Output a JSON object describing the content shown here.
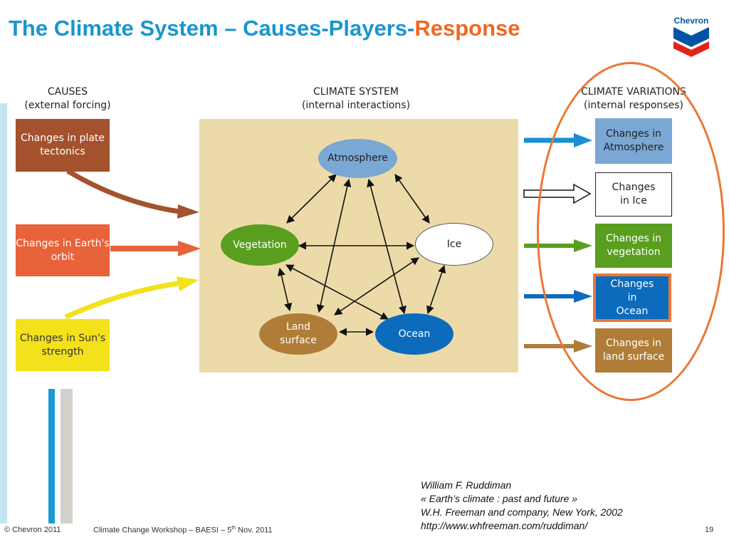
{
  "slide": {
    "title_part1": "The Climate System – Causes-Players-",
    "title_part2": "Response",
    "logo_text": "Chevron"
  },
  "headings": {
    "causes": "CAUSES",
    "causes_sub": "(external forcing)",
    "system": "CLIMATE SYSTEM",
    "system_sub": "(internal interactions)",
    "variations": "CLIMATE VARIATIONS",
    "variations_sub": "(internal responses)"
  },
  "causes": [
    {
      "label": "Changes in plate tectonics",
      "color": "#a4522d"
    },
    {
      "label": "Changes in Earth's orbit",
      "color": "#e8623a"
    },
    {
      "label": "Changes in Sun's strength",
      "color": "#f3e11b"
    }
  ],
  "nodes": {
    "atmosphere": {
      "label": "Atmosphere",
      "color": "#7ba7d5"
    },
    "vegetation": {
      "label": "Vegetation",
      "color": "#5a9e1f"
    },
    "ice": {
      "label": "Ice",
      "color": "#ffffff"
    },
    "land": {
      "label": "Land surface",
      "color": "#b07d38"
    },
    "ocean": {
      "label": "Ocean",
      "color": "#0c6bbd"
    }
  },
  "responses": [
    {
      "label": "Changes in Atmosphere",
      "color": "#7ba7d5"
    },
    {
      "label": "Changes in Ice",
      "color": "#ffffff"
    },
    {
      "label": "Changes in vegetation",
      "color": "#5a9e1f"
    },
    {
      "label": "Changes in Ocean",
      "color": "#0c6bbd"
    },
    {
      "label": "Changes in land surface",
      "color": "#b07d38"
    }
  ],
  "highlight_color": "#ec7634",
  "reference": {
    "author": "William F. Ruddiman",
    "book": "« Earth’s climate : past and future »",
    "publisher": "W.H. Freeman and company, New York, 2002",
    "url": "http://www.whfreeman.com/ruddiman/"
  },
  "footer": {
    "copyright": "© Chevron 2011",
    "event_prefix": "Climate Change Workshop – BAESI – 5",
    "event_sup": "th",
    "event_suffix": " Nov. 2011",
    "page": "19"
  }
}
